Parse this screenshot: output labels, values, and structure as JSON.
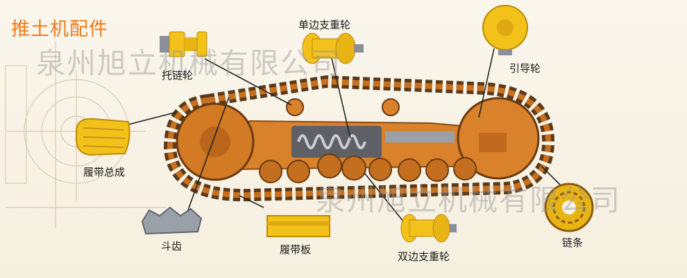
{
  "title": "推土机配件",
  "watermark": "泉州旭立机械有限公司",
  "labels": {
    "carrier_roller": "托链轮",
    "single_flange_roller": "单边支重轮",
    "idler": "引导轮",
    "track_assembly": "履带总成",
    "sprocket_segment": "斗齿",
    "track_shoe": "履带板",
    "double_flange_roller": "双边支重轮",
    "track_chain": "链条"
  },
  "colors": {
    "title": "#f07a1a",
    "frame": "#d9822b",
    "part_yellow": "#f2c21a",
    "chain_dark": "#5a3a1a",
    "metal": "#8a8f99"
  }
}
